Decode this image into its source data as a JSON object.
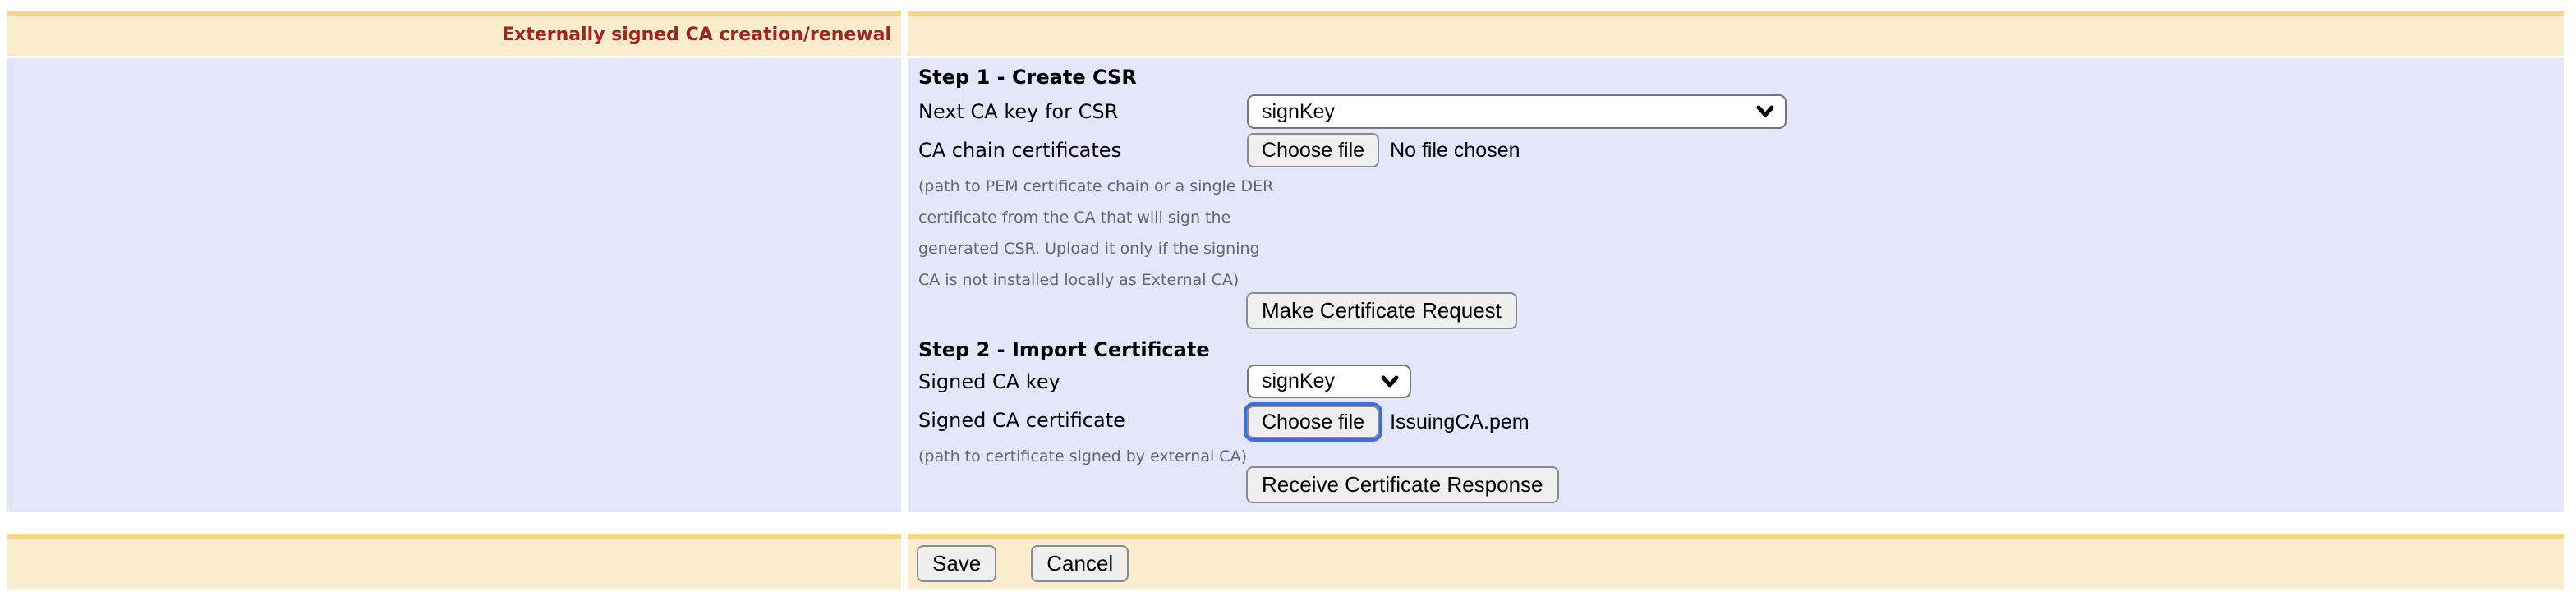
{
  "header": {
    "title": "Externally signed CA creation/renewal"
  },
  "step1": {
    "heading": "Step 1 - Create CSR",
    "next_ca_key_label": "Next CA key for CSR",
    "next_ca_key_value": "signKey",
    "ca_chain_label": "CA chain certificates",
    "ca_chain_button": "Choose file",
    "ca_chain_filename": "No file chosen",
    "help": [
      "(path to PEM certificate chain or a single DER",
      "certificate from the CA that will sign the",
      "generated CSR. Upload it only if the signing",
      "CA is not installed locally as External CA)"
    ],
    "make_request_button": "Make Certificate Request"
  },
  "step2": {
    "heading": "Step 2 - Import Certificate",
    "signed_key_label": "Signed CA key",
    "signed_key_value": "signKey",
    "signed_cert_label": "Signed CA certificate",
    "signed_cert_button": "Choose file",
    "signed_cert_filename": "IssuingCA.pem",
    "help": "(path to certificate signed by external CA)",
    "receive_response_button": "Receive Certificate Response"
  },
  "footer": {
    "save_button": "Save",
    "cancel_button": "Cancel"
  },
  "colors": {
    "section_bg": "#FAEDCD",
    "section_strip": "#F5D78C",
    "panel_bg": "#E4E6FA",
    "title_text": "#A2251A",
    "focus_ring": "#3E6FD6",
    "help_text": "#666666"
  }
}
